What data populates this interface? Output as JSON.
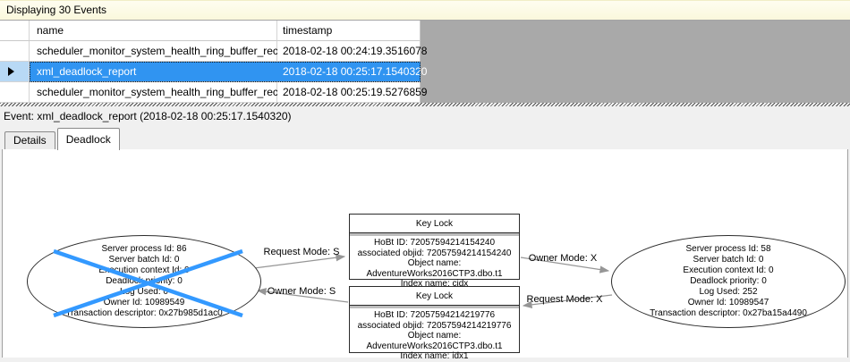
{
  "colors": {
    "selection_bg": "#3094F1",
    "selection_row_header_bg": "#B8D9F5",
    "info_bar_bg": "#FAF8DC",
    "grid_empty_bg": "#A9A9A9",
    "victim_cross": "#3399FF",
    "edge_arrow": "#969696"
  },
  "info_bar": {
    "text": "Displaying 30 Events"
  },
  "events_table": {
    "columns": {
      "name": "name",
      "timestamp": "timestamp"
    },
    "rows": [
      {
        "name": "scheduler_monitor_system_health_ring_buffer_recorded",
        "timestamp": "2018-02-18 00:24:19.3516078",
        "selected": false
      },
      {
        "name": "xml_deadlock_report",
        "timestamp": "2018-02-18 00:25:17.1540320",
        "selected": true
      },
      {
        "name": "scheduler_monitor_system_health_ring_buffer_recorded",
        "timestamp": "2018-02-18 00:25:19.5276859",
        "selected": false
      }
    ]
  },
  "event_bar": {
    "text": "Event: xml_deadlock_report (2018-02-18 00:25:17.1540320)"
  },
  "tabs": [
    {
      "label": "Details",
      "active": false
    },
    {
      "label": "Deadlock",
      "active": true
    }
  ],
  "deadlock_graph": {
    "left_process": {
      "victim": true,
      "lines": [
        "Server process Id: 86",
        "Server batch Id: 0",
        "Execution context Id: 0",
        "Deadlock priority: 0",
        "Log Used: 0",
        "Owner Id: 10989549",
        "Transaction descriptor: 0x27b985d1ac0"
      ]
    },
    "right_process": {
      "victim": false,
      "lines": [
        "Server process Id: 58",
        "Server batch Id: 0",
        "Execution context Id: 0",
        "Deadlock priority: 0",
        "Log Used: 252",
        "Owner Id: 10989547",
        "Transaction descriptor: 0x27ba15a4490"
      ]
    },
    "top_lock": {
      "title": "Key Lock",
      "lines": [
        "HoBt ID: 72057594214154240",
        "associated objid: 72057594214154240",
        "Object name: AdventureWorks2016CTP3.dbo.t1",
        "Index name: cidx"
      ]
    },
    "bottom_lock": {
      "title": "Key Lock",
      "lines": [
        "HoBt ID: 72057594214219776",
        "associated objid: 72057594214219776",
        "Object name: AdventureWorks2016CTP3.dbo.t1",
        "Index name: idx1"
      ]
    },
    "edge_labels": {
      "request_s": "Request Mode: S",
      "owner_s": "Owner Mode: S",
      "owner_x": "Owner Mode: X",
      "request_x": "Request Mode: X"
    }
  }
}
